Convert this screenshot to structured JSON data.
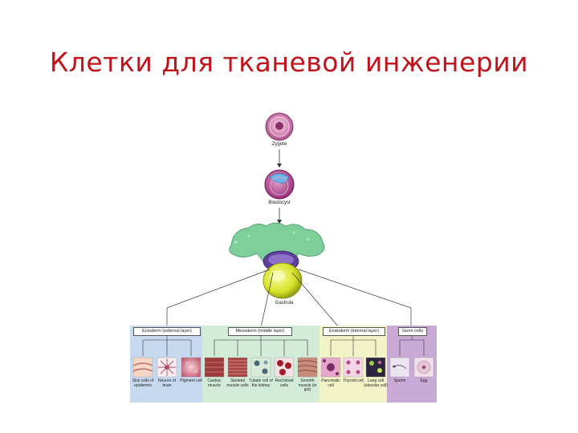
{
  "slide": {
    "title": "Клетки для тканевой инженерии"
  },
  "diagram": {
    "stages": {
      "zygote": "Zygote",
      "blastocyst": "Blastocyst",
      "gastrula": "Gastrula"
    },
    "layers": {
      "ectoderm": "Ectoderm (external layer)",
      "mesoderm": "Mesoderm (middle layer)",
      "endoderm": "Endoderm (internal layer)",
      "germ": "Germ cells"
    },
    "cells": {
      "skin": "Skin cells of epidermis",
      "neuron": "Neuron of brain",
      "pigment": "Pigment cell",
      "cardiac": "Cardiac muscle",
      "skeletal": "Skeletal muscle cells",
      "tubule": "Tubule cell of the kidney",
      "red_blood": "Red blood cells",
      "smooth": "Smooth muscle (in gut)",
      "pancreatic": "Pancreatic cell",
      "thyroid": "Thyroid cell",
      "lung": "Lung cell (alveolar cell)",
      "sperm": "Sperm",
      "egg": "Egg"
    },
    "colors": {
      "title": "#c0131a",
      "ectoderm_band": "#c7d9ef",
      "mesoderm_band": "#d3ecd8",
      "endoderm_band": "#f2f4c8",
      "germ_band": "#c9a9d6",
      "gastrula_green": "#7fcf9a",
      "yolk": "#e5ee3a"
    }
  }
}
